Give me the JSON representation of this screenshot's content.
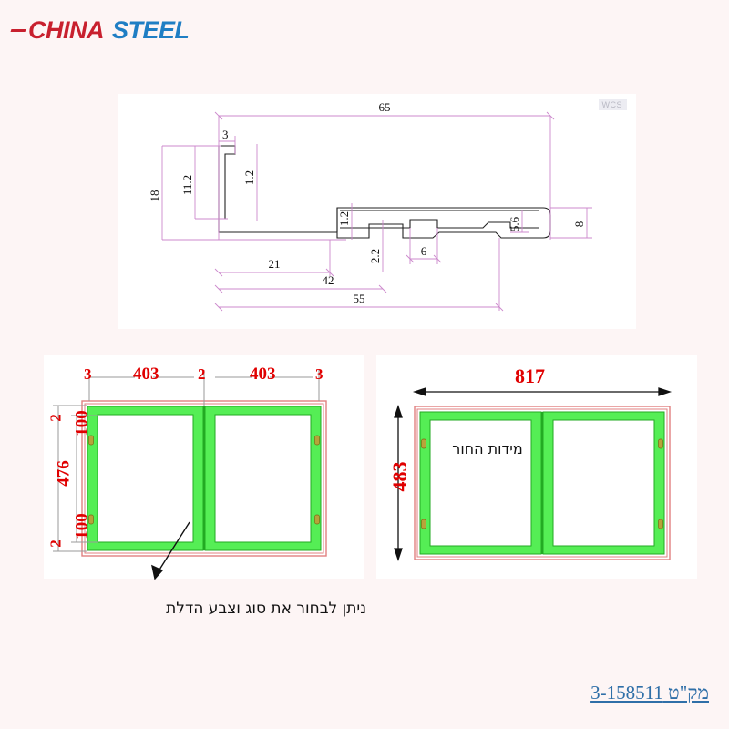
{
  "brand": {
    "china": "CHINA",
    "steel": "STEEL"
  },
  "profile_view": {
    "wcs_label": "WCS",
    "dimensions": {
      "overall_width": "65",
      "lip_width": "3",
      "overall_height": "18",
      "inner_height": "11.2",
      "lip_thickness": "1.2",
      "web_thickness": "1.2",
      "rib_height": "2.2",
      "notch_width": "6",
      "end_height": "5.6",
      "right_height": "8",
      "dim_21": "21",
      "dim_42": "42",
      "dim_55": "55"
    }
  },
  "door_view_left": {
    "top_dims": [
      "3",
      "403",
      "2",
      "403",
      "3"
    ],
    "left_dims": [
      "2",
      "100",
      "476",
      "100",
      "2"
    ]
  },
  "door_view_right": {
    "width": "817",
    "height": "483",
    "center_label": "מידות החור"
  },
  "notes": {
    "door_note": "ניתן לבחור  את סוג וצבע הדלת",
    "catalog_number": "מק\"ט 3-158511"
  },
  "colors": {
    "brand_red": "#c8202e",
    "brand_blue": "#1f7ec4",
    "dimension_red": "#e00000",
    "dimension_magenta": "#cc88cc",
    "door_green": "#55ee55",
    "frame_red": "#e08080",
    "hinge_olive": "#8a8a22",
    "catalog_blue": "#2f6fa8"
  }
}
